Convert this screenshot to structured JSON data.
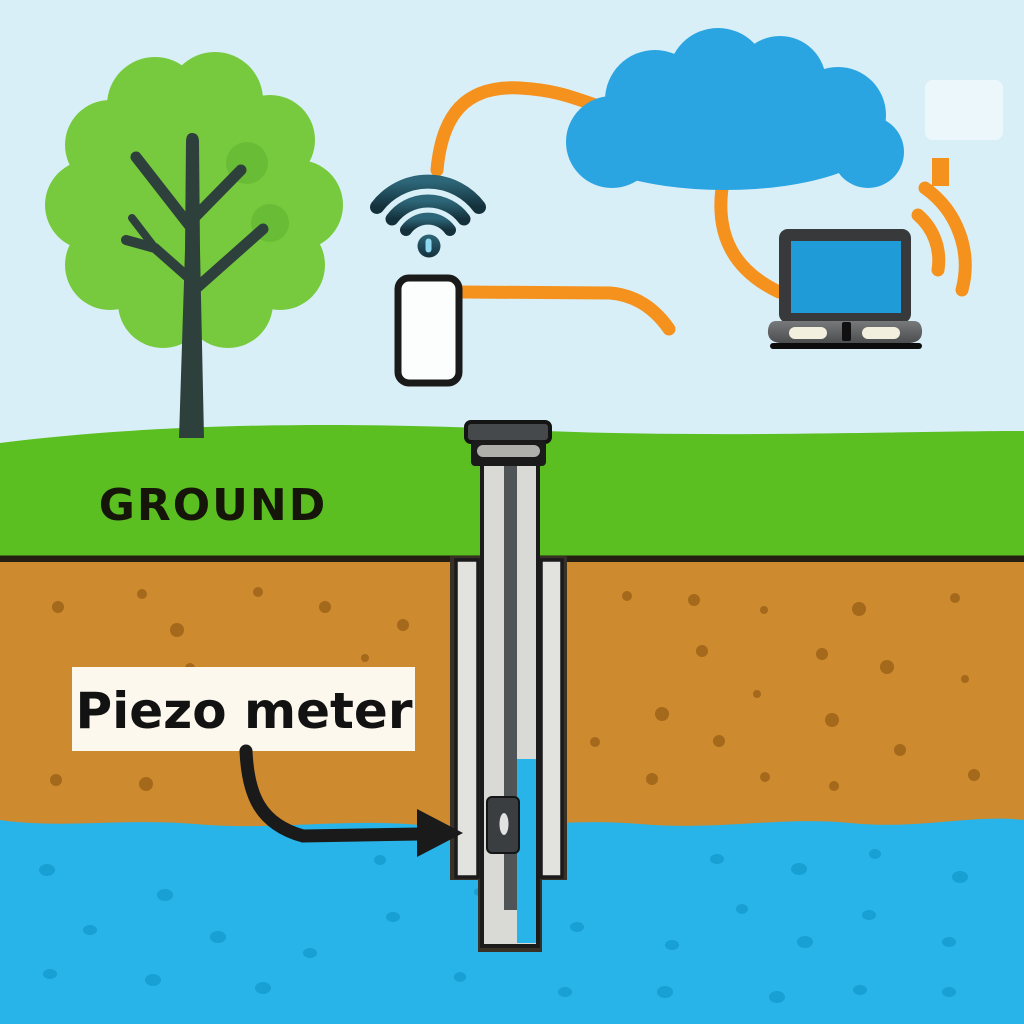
{
  "title": "Piezometer IoT groundwater monitoring diagram",
  "labels": {
    "ground": "GROUND",
    "piezometer": "Piezo meter"
  },
  "icons": {
    "tree": "tree-icon",
    "wifi": "wifi-icon",
    "smartphone": "smartphone-icon",
    "cloud": "cloud-icon",
    "laptop": "laptop-icon",
    "signal": "signal-arcs-icon",
    "well": "piezometer-well",
    "sensor": "piezometer-sensor",
    "arrow": "label-arrow"
  },
  "colors": {
    "sky": "#D9EFF8",
    "grass": "#5BBF21",
    "soil": "#CD8A2E",
    "soil_spot": "#A5691C",
    "water": "#29B4E9",
    "water_spot": "#189FD3",
    "cloud": "#2AA5E2",
    "connector_orange": "#F5921E",
    "tree_foliage": "#77CA3D",
    "tree_fruit": "#69BC35",
    "tree_trunk": "#2E403C",
    "wifi_dark_teal": "#1E4553",
    "laptop_screen": "#1F9CD8",
    "pipe_gray": "#D9D9D5",
    "casing_gray": "#E2E2DE",
    "label_background": "#FCF8EE",
    "text_dark": "#15150A"
  }
}
